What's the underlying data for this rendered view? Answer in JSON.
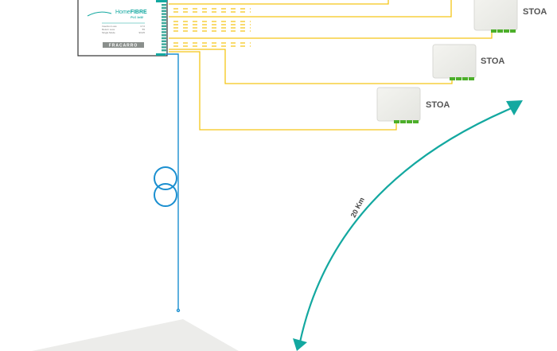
{
  "device": {
    "brand_prefix": "Home",
    "brand_suffix": "FIBRE",
    "model": "PLC 1x32",
    "specs": [
      {
        "label": "Insertion Loss",
        "value": "17.0"
      },
      {
        "label": "Return Loss",
        "value": "55"
      },
      {
        "label": "Single Mode",
        "value": "9/125"
      }
    ],
    "logo": "FRACARRO"
  },
  "stoa_units": [
    {
      "label": "STOA"
    },
    {
      "label": "STOA"
    },
    {
      "label": "STOA"
    }
  ],
  "distance": {
    "label": "20 Km"
  },
  "colors": {
    "fiber_drop": "#f5c518",
    "feeder": "#1a8fd0",
    "distance_arrow": "#13a8a0",
    "port_green": "#4caf2a"
  },
  "icons": [
    "splitter-device",
    "transformer-icon",
    "stoa-box",
    "building-roof",
    "double-arrow"
  ]
}
